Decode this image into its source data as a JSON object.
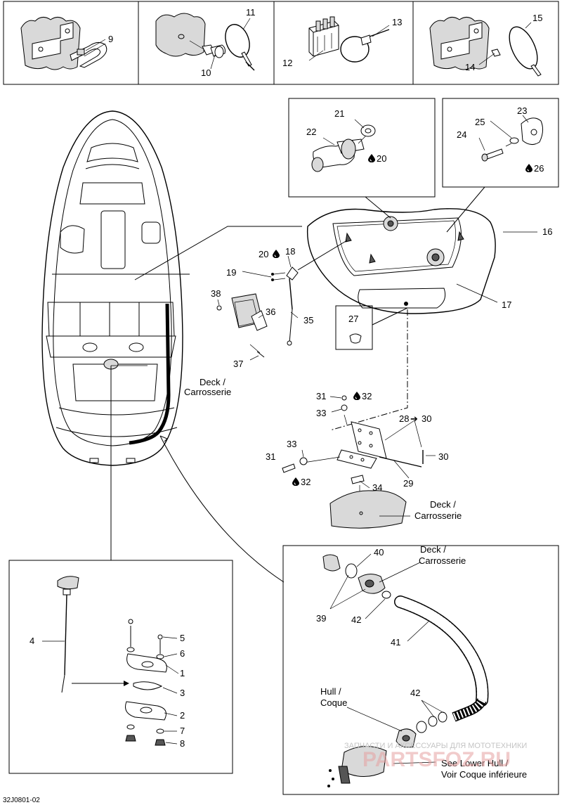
{
  "callouts": {
    "c1": "1",
    "c2": "2",
    "c3": "3",
    "c4": "4",
    "c5": "5",
    "c6": "6",
    "c7": "7",
    "c8": "8",
    "c9": "9",
    "c10": "10",
    "c11": "11",
    "c12": "12",
    "c13": "13",
    "c14": "14",
    "c15": "15",
    "c16": "16",
    "c17": "17",
    "c18": "18",
    "c19": "19",
    "c20a": "20",
    "c20b": "20",
    "c21": "21",
    "c22": "22",
    "c23": "23",
    "c24": "24",
    "c25": "25",
    "c26": "26",
    "c27": "27",
    "c28": "28",
    "c28arrow": "➔",
    "c30a": "30",
    "c29": "29",
    "c30b": "30",
    "c31a": "31",
    "c31b": "31",
    "c32a": "32",
    "c32b": "32",
    "c33a": "33",
    "c33b": "33",
    "c34": "34",
    "c35": "35",
    "c36": "36",
    "c37": "37",
    "c38": "38",
    "c39": "39",
    "c40": "40",
    "c41": "41",
    "c42a": "42",
    "c42b": "42"
  },
  "labels": {
    "deck_en": "Deck /",
    "deck_fr": "Carrosserie",
    "hull_en": "Hull /",
    "hull_fr": "Coque",
    "see_lower_en": "See Lower Hull /",
    "see_lower_fr": "Voir Coque inférieure"
  },
  "figure_code": "32J0801-02",
  "watermark": {
    "text": "ЗАПЧАСТИ И АКСЕССУАРЫ ДЛЯ МОТОТЕХНИКИ",
    "brand": "PARTSFOZ.RU"
  },
  "icons": {
    "drop": "liquid-drop-icon",
    "arrow": "right-arrow-icon"
  }
}
